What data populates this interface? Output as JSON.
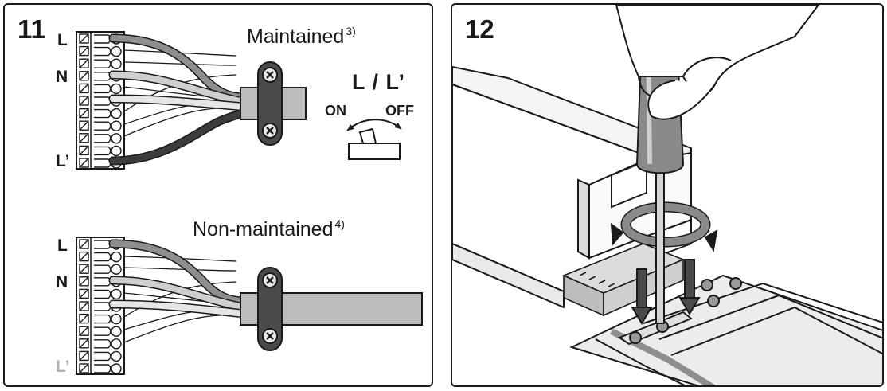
{
  "panel11": {
    "number": "11",
    "maintained": {
      "title": "Maintained",
      "note": "3)",
      "terminals": {
        "l": "L",
        "n": "N",
        "lprime": "L’"
      },
      "switch": {
        "label": "L / L’",
        "on": "ON",
        "off": "OFF"
      }
    },
    "non_maintained": {
      "title": "Non-maintained",
      "note": "4)",
      "terminals": {
        "l": "L",
        "n": "N",
        "lprime": "L’"
      }
    }
  },
  "panel12": {
    "number": "12"
  },
  "colors": {
    "line": "#1a1a1a",
    "wire_live": "#8e8e8e",
    "wire_neutral": "#cfcfcf",
    "wire_switched": "#3c3c3c",
    "clamp": "#4a4a4a",
    "cable": "#bcbcbc",
    "greyed_label": "#b0b0b0"
  }
}
